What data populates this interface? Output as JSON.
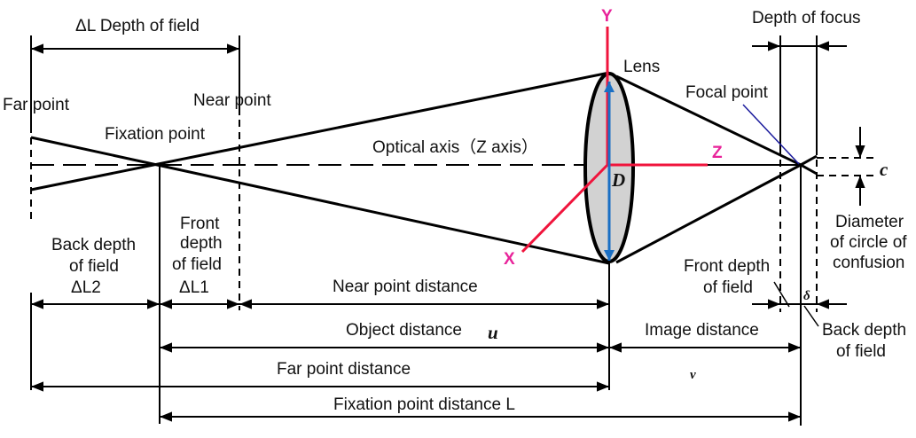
{
  "labels": {
    "depth_of_field": "ΔL  Depth of field",
    "far_point": "Far point",
    "near_point": "Near point",
    "fixation_point": "Fixation point",
    "optical_axis": "Optical axis（Z axis）",
    "lens": "Lens",
    "focal_point": "Focal point",
    "depth_of_focus": "Depth of focus",
    "axis_y": "Y",
    "axis_z": "Z",
    "axis_x": "X",
    "aperture": "D",
    "coc_symbol": "c",
    "coc_line1": "Diameter",
    "coc_line2": "of circle of",
    "coc_line3": "confusion",
    "back_dof_line1": "Back depth",
    "back_dof_line2": "of field",
    "back_dof_line3": "ΔL2",
    "front_dof_line1": "Front",
    "front_dof_line2": "depth",
    "front_dof_line3": "of field",
    "front_dof_line4": "ΔL1",
    "near_point_distance": "Near point distance",
    "object_distance": "Object distance",
    "object_symbol": "u",
    "image_distance": "Image distance",
    "image_symbol": "v",
    "far_point_distance": "Far point distance",
    "fixation_point_distance": "Fixation point distance  L",
    "img_front_dof_line1": "Front depth",
    "img_front_dof_line2": "of field",
    "delta_symbol": "δ",
    "img_back_dof_line1": "Back depth",
    "img_back_dof_line2": "of field"
  },
  "colors": {
    "axis": "#f0143c",
    "axis_label": "#e8239a",
    "aperture_arrow": "#1a6fc4",
    "focal_pointer": "#1a1a9c",
    "lens_fill": "#d2d2d2"
  }
}
